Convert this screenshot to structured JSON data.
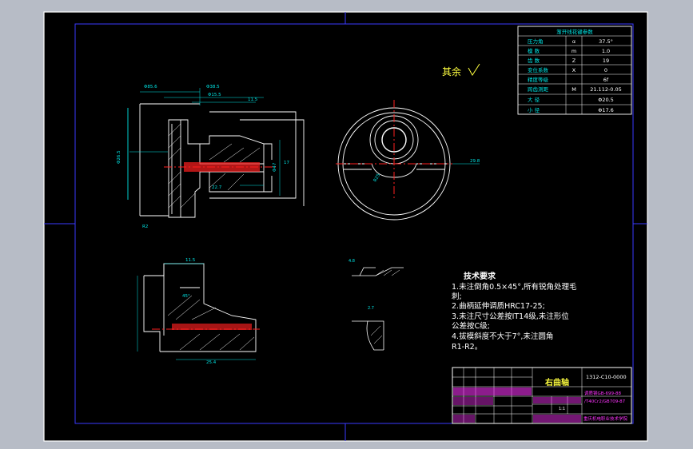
{
  "colors": {
    "background": "#b7bcc6",
    "sheet": "#000000",
    "line": "#ffffff",
    "frame": "#3a3aff",
    "dim": "#00e5e5",
    "center": "#ff2020",
    "magenta": "#ff33ff",
    "yellow": "#ffff40",
    "green": "#40ff40"
  },
  "gear_table": {
    "title": "渐开线花键参数",
    "rows": [
      {
        "name": "压力角",
        "sym": "α",
        "val": "37.5°"
      },
      {
        "name": "模  数",
        "sym": "m",
        "val": "1.0"
      },
      {
        "name": "齿  数",
        "sym": "Z",
        "val": "19"
      },
      {
        "name": "变位系数",
        "sym": "X",
        "val": "0"
      },
      {
        "name": "精度等级",
        "sym": "",
        "val": "6f"
      },
      {
        "name": "跨齿测距",
        "sym": "M",
        "val": "21.112-0.05"
      },
      {
        "name": "大  径",
        "sym": "",
        "val": "Φ20.5"
      },
      {
        "name": "小  径",
        "sym": "",
        "val": "Φ17.6"
      }
    ]
  },
  "roughness_note": "其余",
  "tech": {
    "title": "技术要求",
    "lines": [
      "1.未注倒角0.5×45°,所有锐角处理毛",
      "刺;",
      "2.曲柄延伸调质HRC17-25;",
      "3.未注尺寸公差按IT14级,未注形位",
      "公差按C级;",
      "4.拔模斜度不大于7°,未注圆角",
      "R1-R2。"
    ]
  },
  "title_block": {
    "part_name": "右曲轴",
    "drawing_no": "1312-C10-0000",
    "material_1": "调质钢GB-699-88",
    "material_2": "/T40Cr2/GB709-87",
    "company": "重庆机电职业技术学院",
    "scale": "1:1"
  },
  "dims": {
    "top_1": "Φ85.6",
    "top_2": "Φ38.5",
    "top_3": "Φ15.5",
    "len_1": "11.5",
    "len_2": "22.7",
    "len_3": "17",
    "dia_left": "Φ26.5",
    "dia_right": "Φ47",
    "radius": "R2",
    "detail_1": "11.5",
    "detail_2": "25.4",
    "angle": "45°",
    "circle_r": "R25",
    "circle_w": "29.8",
    "small_1": "4.8",
    "small_2": "2.7"
  }
}
